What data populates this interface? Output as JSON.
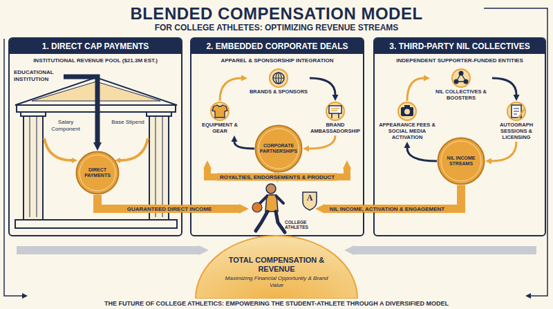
{
  "diagram": {
    "title": "BLENDED COMPENSATION MODEL",
    "caption": "THE FUTURE OF COLLEGE ATHLETICS: EMPOWERING THE STUDENT-ATHLETE THROUGH A DIVERSIFIED MODEL",
    "nodes": [
      {
        "text": [
          "1. DIRECT CAP PAYMENTS",
          "INSTITUTIONAL REVENUE POOL ($21.3M EST.)"
        ]
      },
      {
        "text": [
          "EDUCATIONAL INSTITUTION"
        ],
        "in": 0
      },
      {
        "text": [
          "DIRECT PAYMENTS"
        ],
        "in": 0
      },
      {
        "text": [
          "2. EMBEDDED CORPORATE DEALS",
          "APPAREL & SPONSORSHIP INTEGRATION"
        ]
      },
      {
        "text": [
          "BRANDS & SPONSORS"
        ],
        "in": 3
      },
      {
        "text": [
          "EQUIPMENT & GEAR"
        ],
        "in": 3
      },
      {
        "text": [
          "BRAND AMBASSADORSHIP"
        ],
        "in": 3
      },
      {
        "text": [
          "CORPORATE PARTNERSHIPS"
        ],
        "in": 3
      },
      {
        "text": [
          "3. THIRD-PARTY NIL COLLECTIVES",
          "INDEPENDENT SUPPORTER-FUNDED ENTITIES"
        ]
      },
      {
        "text": [
          "NIL COLLECTIVES & BOOSTERS"
        ],
        "in": 8
      },
      {
        "text": [
          "APPEARANCE FEES & SOCIAL MEDIA ACTIVATION"
        ],
        "in": 8
      },
      {
        "text": [
          "AUTOGRAPH SESSIONS & LICENSING"
        ],
        "in": 8
      },
      {
        "text": [
          "NIL INCOME STREAMS"
        ],
        "in": 8
      },
      {
        "text": [
          "COLLEGE ATHLETES"
        ]
      },
      {
        "text": [
          "TOTAL COMPENSATION & REVENUE",
          "Maximizing Financial Opportunity & Brand Value"
        ]
      }
    ],
    "edges": [
      {
        "from": 1,
        "to": 2,
        "arrow": "to"
      },
      {
        "from": 5,
        "to": 4,
        "arrow": "to"
      },
      {
        "from": 4,
        "to": 6,
        "arrow": "to"
      },
      {
        "from": 6,
        "to": 7,
        "arrow": "to"
      },
      {
        "from": 7,
        "to": 5,
        "arrow": "to"
      },
      {
        "from": 10,
        "to": 9,
        "arrow": "to"
      },
      {
        "from": 9,
        "to": 11,
        "arrow": "to"
      },
      {
        "from": 11,
        "to": 12,
        "arrow": "to"
      },
      {
        "from": 12,
        "to": 10,
        "arrow": "to"
      },
      {
        "from": 2,
        "to": 13,
        "label": "GUARANTEED DIRECT INCOME",
        "arrow": "to"
      },
      {
        "from": 7,
        "to": 13,
        "label": "ROYALTIES, ENDORSEMENTS & PRODUCT",
        "arrow": "to"
      },
      {
        "from": 12,
        "to": 13,
        "label": "NIL INCOME, ACTIVATION & ENGAGEMENT",
        "arrow": "to"
      }
    ],
    "labels": [
      "FOR COLLEGE ATHLETES: OPTIMIZING REVENUE STREAMS",
      "Salary Component",
      "Base Stipend",
      "A"
    ]
  }
}
